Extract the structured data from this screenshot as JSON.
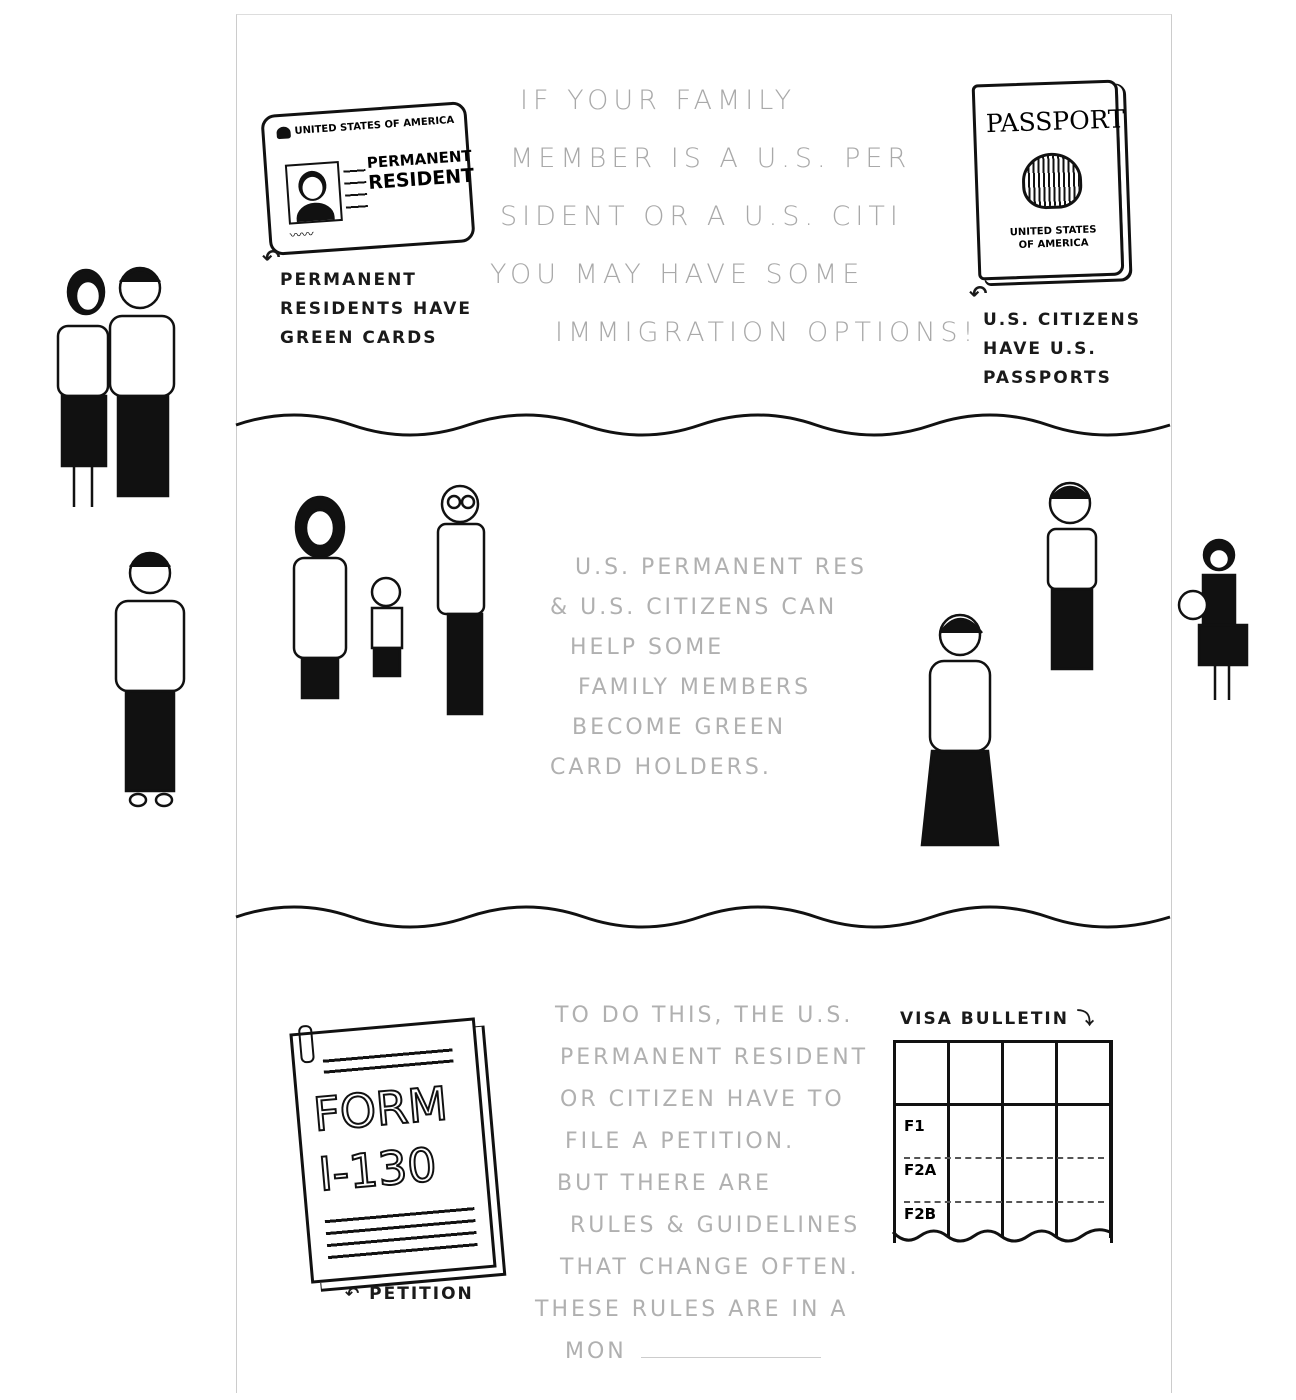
{
  "panel1": {
    "text_lines": [
      "If your family",
      "member is a U.S. per",
      "sident or a U.S. citi",
      "You may have some",
      "immigration options!"
    ],
    "green_card": {
      "header": "United States of America",
      "title_line1": "Permanent",
      "title_line2": "Resident"
    },
    "green_card_caption": [
      "Permanent",
      "residents have",
      "green cards"
    ],
    "passport": {
      "title": "Passport",
      "country_line1": "United States",
      "country_line2": "of America"
    },
    "passport_caption": [
      "U.S. citizens",
      "have U.S.",
      "passports"
    ]
  },
  "panel2": {
    "text_lines": [
      "U.S. permanent res",
      "& U.S. citizens can",
      "help some",
      "family members",
      "become green",
      "card holders."
    ]
  },
  "panel3": {
    "text_lines": [
      "To do this, the U.S.",
      "permanent resident",
      "or citizen have to",
      "file a petition.",
      "But there are",
      "rules & guidelines",
      "that change often.",
      "These rules are in a",
      "mon"
    ],
    "form": {
      "line1": "Form",
      "line2": "I-130"
    },
    "form_caption": "Petition",
    "visa_bulletin": {
      "title": "Visa Bulletin",
      "rows": [
        "F1",
        "F2A",
        "F2B"
      ]
    }
  }
}
